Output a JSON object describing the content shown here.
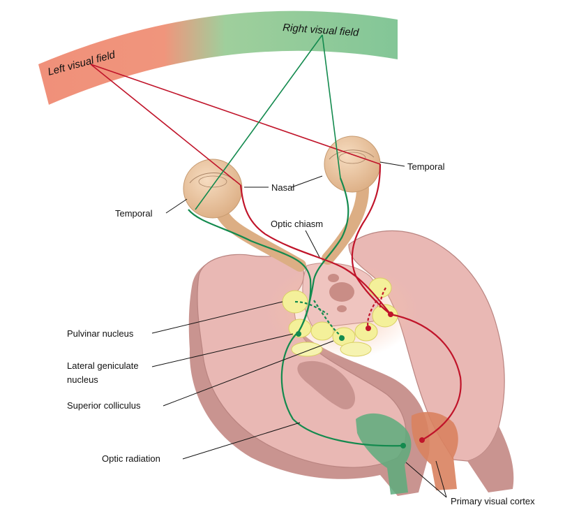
{
  "fields": {
    "left": "Left visual field",
    "right": "Right visual field"
  },
  "labels": {
    "temporal_right": "Temporal",
    "nasal": "Nasal",
    "temporal_left": "Temporal",
    "optic_chiasm": "Optic chiasm",
    "pulvinar": "Pulvinar nucleus",
    "lgn_line1": "Lateral geniculate",
    "lgn_line2": "nucleus",
    "superior_colliculus": "Superior colliculus",
    "optic_radiation": "Optic radiation",
    "primary_visual_cortex": "Primary visual cortex"
  },
  "colors": {
    "left_field": "#f0907a",
    "right_field": "#8cc99a",
    "left_pathway": "#c0142a",
    "right_pathway": "#138a4e",
    "brain_tissue": "#e9b8b4",
    "brain_shadow": "#c99490",
    "nuclei": "#f4f09a",
    "eyeball": "#ebc59c"
  }
}
